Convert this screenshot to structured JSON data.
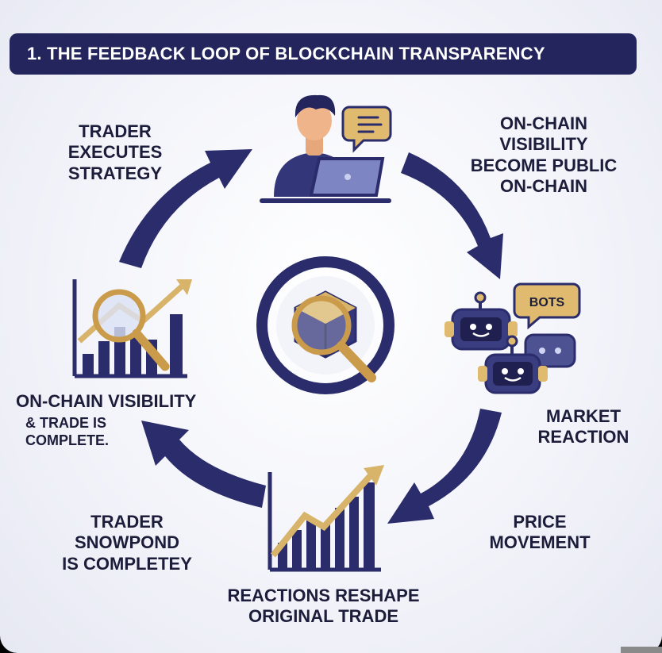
{
  "title": "1. THE FEEDBACK LOOP OF BLOCKCHAIN TRANSPARENCY",
  "labels": {
    "trader_executes": [
      "TRADER",
      "EXECUTES",
      "STRATEGY"
    ],
    "onchain_visibility_public": [
      "ON-CHAIN",
      "VISIBILITY",
      "BECOME PUBLIC",
      "ON-CHAIN"
    ],
    "market_reaction": [
      "MARKET",
      "REACTION"
    ],
    "price_movement": [
      "PRICE",
      "MOVEMENT"
    ],
    "reactions_reshape": [
      "REACTIONS RESHAPE",
      "ORIGINAL TRADE"
    ],
    "trader_snowpond": [
      "TRADER",
      "SNOWPOND",
      "IS COMPLETEY"
    ],
    "onchain_visibility_complete": {
      "main": "ON-CHAIN VISIBILITY",
      "sub": [
        "& TRADE IS",
        "COMPLETE."
      ]
    }
  },
  "bubble_text": "BOTS",
  "colors": {
    "navy": "#2a2c6b",
    "banner": "#23255c",
    "gold": "#d8b46a",
    "text": "#1c1d3a"
  },
  "icons": [
    "trader-laptop-icon",
    "chat-bubble-icon",
    "robot-icon",
    "magnifier-cube-icon",
    "chart-magnifier-icon",
    "rising-bar-chart-icon"
  ]
}
